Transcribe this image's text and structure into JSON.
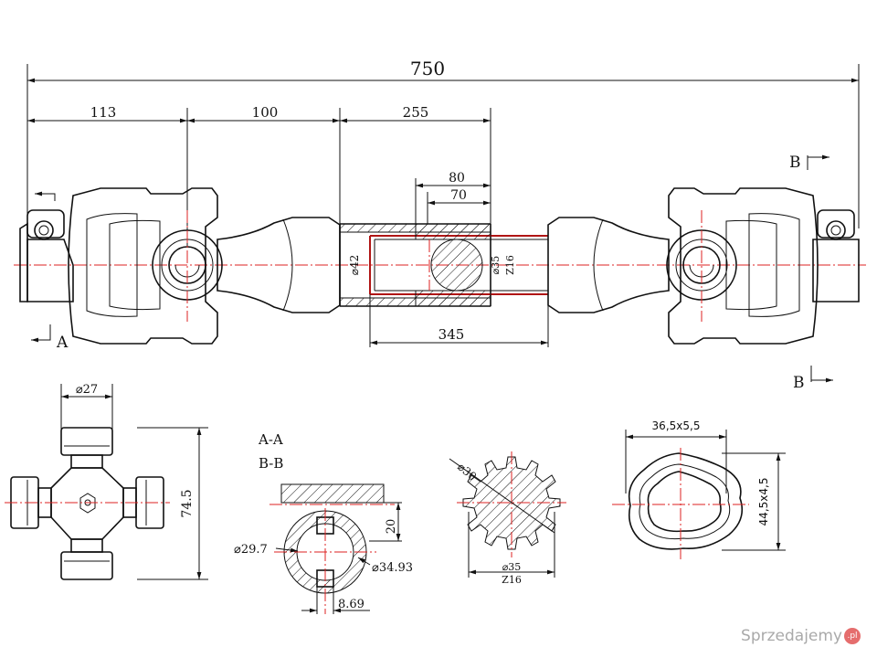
{
  "dimensions": {
    "overall": "750",
    "seg_113": "113",
    "seg_100": "100",
    "seg_255": "255",
    "seg_80": "80",
    "seg_70": "70",
    "seg_345": "345",
    "dia_42": "⌀42",
    "dia_35": "⌀35",
    "z16": "Z16"
  },
  "section_marks": {
    "a_left": "A",
    "b_right_top": "B",
    "b_right_bottom": "B"
  },
  "cross_view": {
    "dia_27": "⌀27",
    "len_745": "74.5"
  },
  "section_view": {
    "label_aa": "A-A",
    "label_bb": "B-B",
    "dim_20": "20",
    "dia_297": "⌀29.7",
    "dia_3493": "⌀34.93",
    "dim_869": "8.69"
  },
  "spline_view": {
    "dia_30": "⌀30",
    "dia_35": "⌀35",
    "z16": "Z16"
  },
  "tube_view": {
    "width_label": "36,5x5,5",
    "height_label": "44,5x4,5"
  },
  "watermark": {
    "text": "Sprzedajemy",
    "badge": ".pl"
  },
  "colors": {
    "line": "#111111",
    "axis": "#dd2222",
    "tube": "#b01515"
  }
}
